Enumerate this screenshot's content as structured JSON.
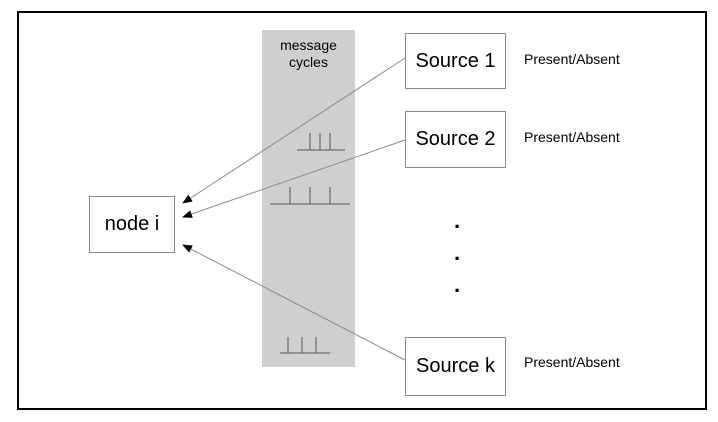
{
  "band": {
    "label_line1": "message",
    "label_line2": "cycles"
  },
  "node": {
    "label": "node i"
  },
  "sources": [
    {
      "label": "Source 1",
      "status": "Present/Absent"
    },
    {
      "label": "Source 2",
      "status": "Present/Absent"
    },
    {
      "label": "Source k",
      "status": "Present/Absent"
    }
  ],
  "ellipsis": ".",
  "colors": {
    "band": "#cfcfcf",
    "arrow": "#8a8a8a",
    "border": "#000000"
  }
}
